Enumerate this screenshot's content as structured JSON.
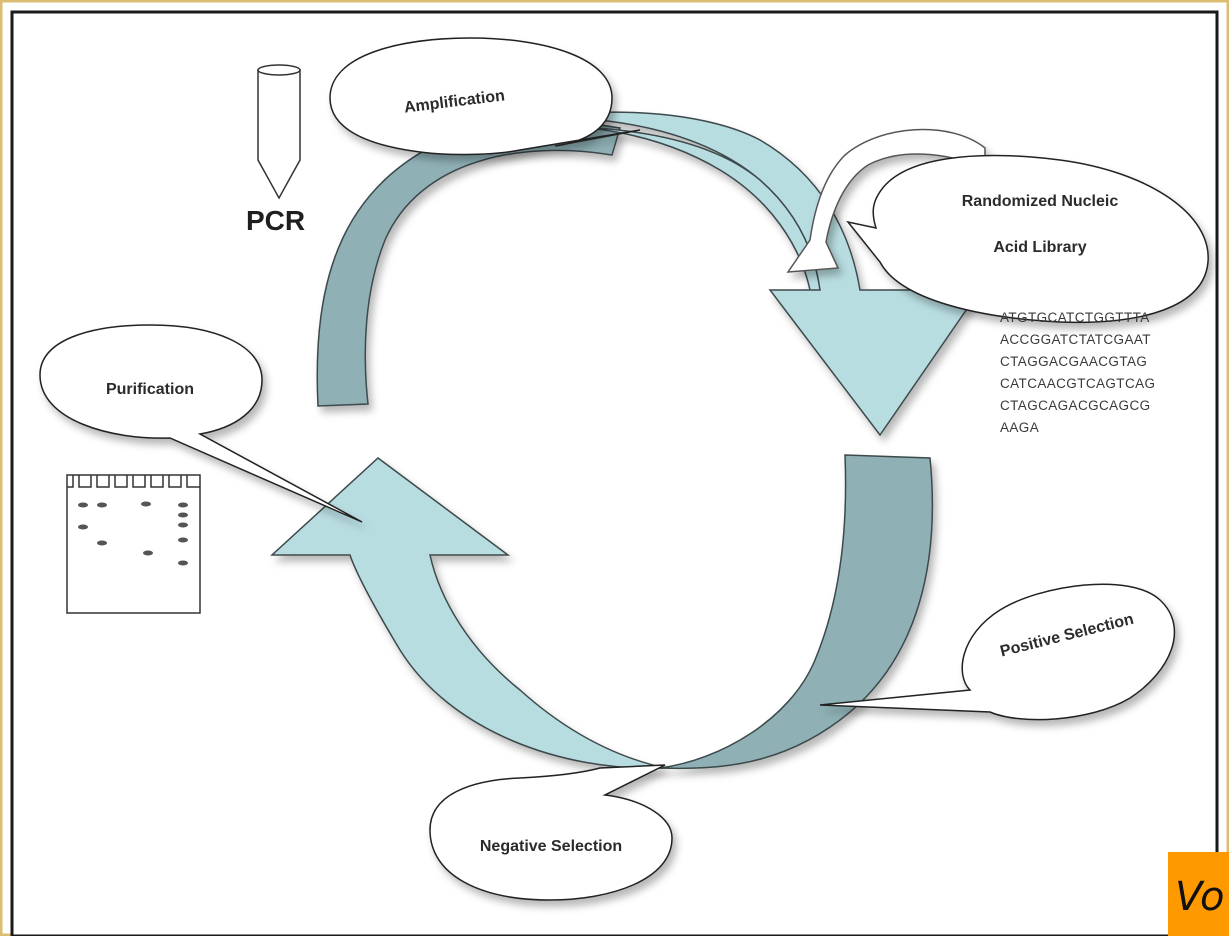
{
  "labels": {
    "amplification": "Amplification",
    "library_line1": "Randomized Nucleic",
    "library_line2": "Acid Library",
    "purification": "Purification",
    "positive_selection": "Positive Selection",
    "negative_selection": "Negative Selection",
    "pcr": "PCR"
  },
  "sequence": [
    "ATGTGCATCTGGTTTA",
    "ACCGGATCTATCGAAT",
    "CTAGGACGAACGTAG",
    "CATCAACGTCAGTCAG",
    "CTAGCAGACGCAGCG",
    "AAGA"
  ],
  "badge": {
    "text": "Vo"
  },
  "colors": {
    "frame_outer": "#dcbd74",
    "frame_inner": "#1a1a1a",
    "arrow_light": "#b8dde1",
    "arrow_dark": "#8fb1b6",
    "arrow_stroke": "#3c4a4c",
    "badge_bg": "#ff9900",
    "callout_fill": "#ffffff",
    "callout_stroke": "#222222"
  }
}
